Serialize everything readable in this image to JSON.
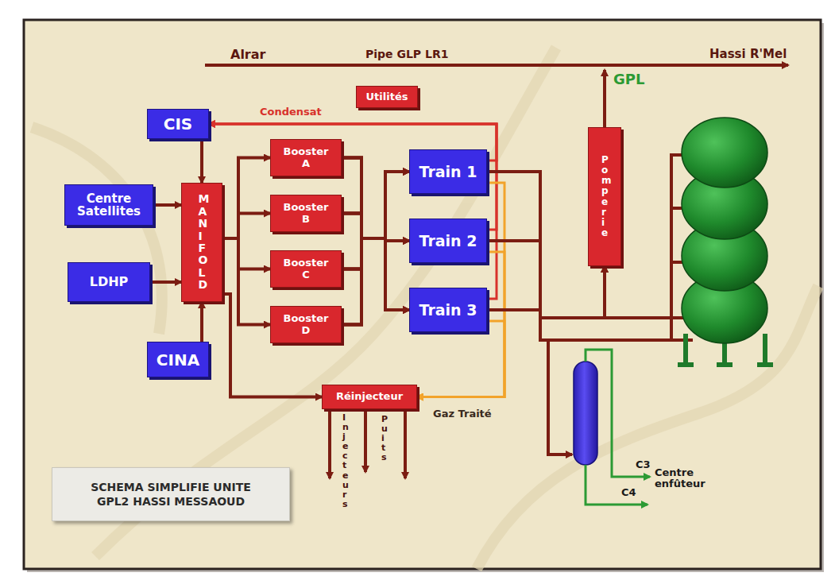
{
  "diagram": {
    "title": "SCHEMA SIMPLIFIE UNITE GPL2 HASSI MESSAOUD",
    "nodes": [
      {
        "text": [
          "CIS"
        ]
      },
      {
        "text": [
          "Utilités"
        ]
      },
      {
        "text": [
          "Centre Satellites"
        ]
      },
      {
        "text": [
          "MANIFOLD"
        ]
      },
      {
        "text": [
          "Booster A"
        ]
      },
      {
        "text": [
          "Booster B"
        ]
      },
      {
        "text": [
          "Booster C"
        ]
      },
      {
        "text": [
          "Booster D"
        ]
      },
      {
        "text": [
          "Train 1"
        ]
      },
      {
        "text": [
          "Train 2"
        ]
      },
      {
        "text": [
          "Train 3"
        ]
      },
      {
        "text": [
          "Pomperie"
        ]
      },
      {
        "text": [
          "LDHP"
        ]
      },
      {
        "text": [
          "CINA"
        ]
      },
      {
        "text": [
          "Réinjecteur"
        ]
      }
    ],
    "edges": [
      {
        "from": 0,
        "to": 3,
        "arrow": "to"
      },
      {
        "from": 2,
        "to": 3,
        "arrow": "to"
      },
      {
        "from": 12,
        "to": 3,
        "arrow": "to"
      },
      {
        "from": 13,
        "to": 3,
        "arrow": "to"
      },
      {
        "from": 3,
        "to": 4,
        "arrow": "to"
      },
      {
        "from": 3,
        "to": 5,
        "arrow": "to"
      },
      {
        "from": 3,
        "to": 6,
        "arrow": "to"
      },
      {
        "from": 3,
        "to": 7,
        "arrow": "to"
      },
      {
        "from": 4,
        "to": 8,
        "arrow": "to"
      },
      {
        "from": 4,
        "to": 9,
        "arrow": "to"
      },
      {
        "from": 4,
        "to": 10,
        "arrow": "to"
      },
      {
        "from": 5,
        "to": 8,
        "arrow": "to"
      },
      {
        "from": 5,
        "to": 9,
        "arrow": "to"
      },
      {
        "from": 5,
        "to": 10,
        "arrow": "to"
      },
      {
        "from": 6,
        "to": 8,
        "arrow": "to"
      },
      {
        "from": 6,
        "to": 9,
        "arrow": "to"
      },
      {
        "from": 6,
        "to": 10,
        "arrow": "to"
      },
      {
        "from": 7,
        "to": 8,
        "arrow": "to"
      },
      {
        "from": 7,
        "to": 9,
        "arrow": "to"
      },
      {
        "from": 7,
        "to": 10,
        "arrow": "to"
      },
      {
        "from": 3,
        "to": 14,
        "arrow": "to"
      },
      {
        "from": 8,
        "to": 0,
        "label": "Condensat",
        "arrow": "to"
      },
      {
        "from": 9,
        "to": 0,
        "arrow": "to"
      },
      {
        "from": 10,
        "to": 0,
        "arrow": "to"
      },
      {
        "from": 8,
        "to": 14,
        "arrow": "to"
      },
      {
        "from": 9,
        "to": 14,
        "arrow": "to"
      },
      {
        "from": 10,
        "to": 14,
        "label": "Gaz Traité",
        "arrow": "to"
      },
      {
        "from": 8,
        "to": 11,
        "arrow": "to"
      },
      {
        "from": 9,
        "to": 11,
        "arrow": "to"
      },
      {
        "from": 10,
        "to": 11,
        "arrow": "to"
      }
    ],
    "labels": [
      "Alrar",
      "Pipe GLP LR1",
      "Hassi R'Mel",
      "GPL",
      "Injecteurs",
      "Puits",
      "C3",
      "C4",
      "Centre enfûteur"
    ]
  }
}
